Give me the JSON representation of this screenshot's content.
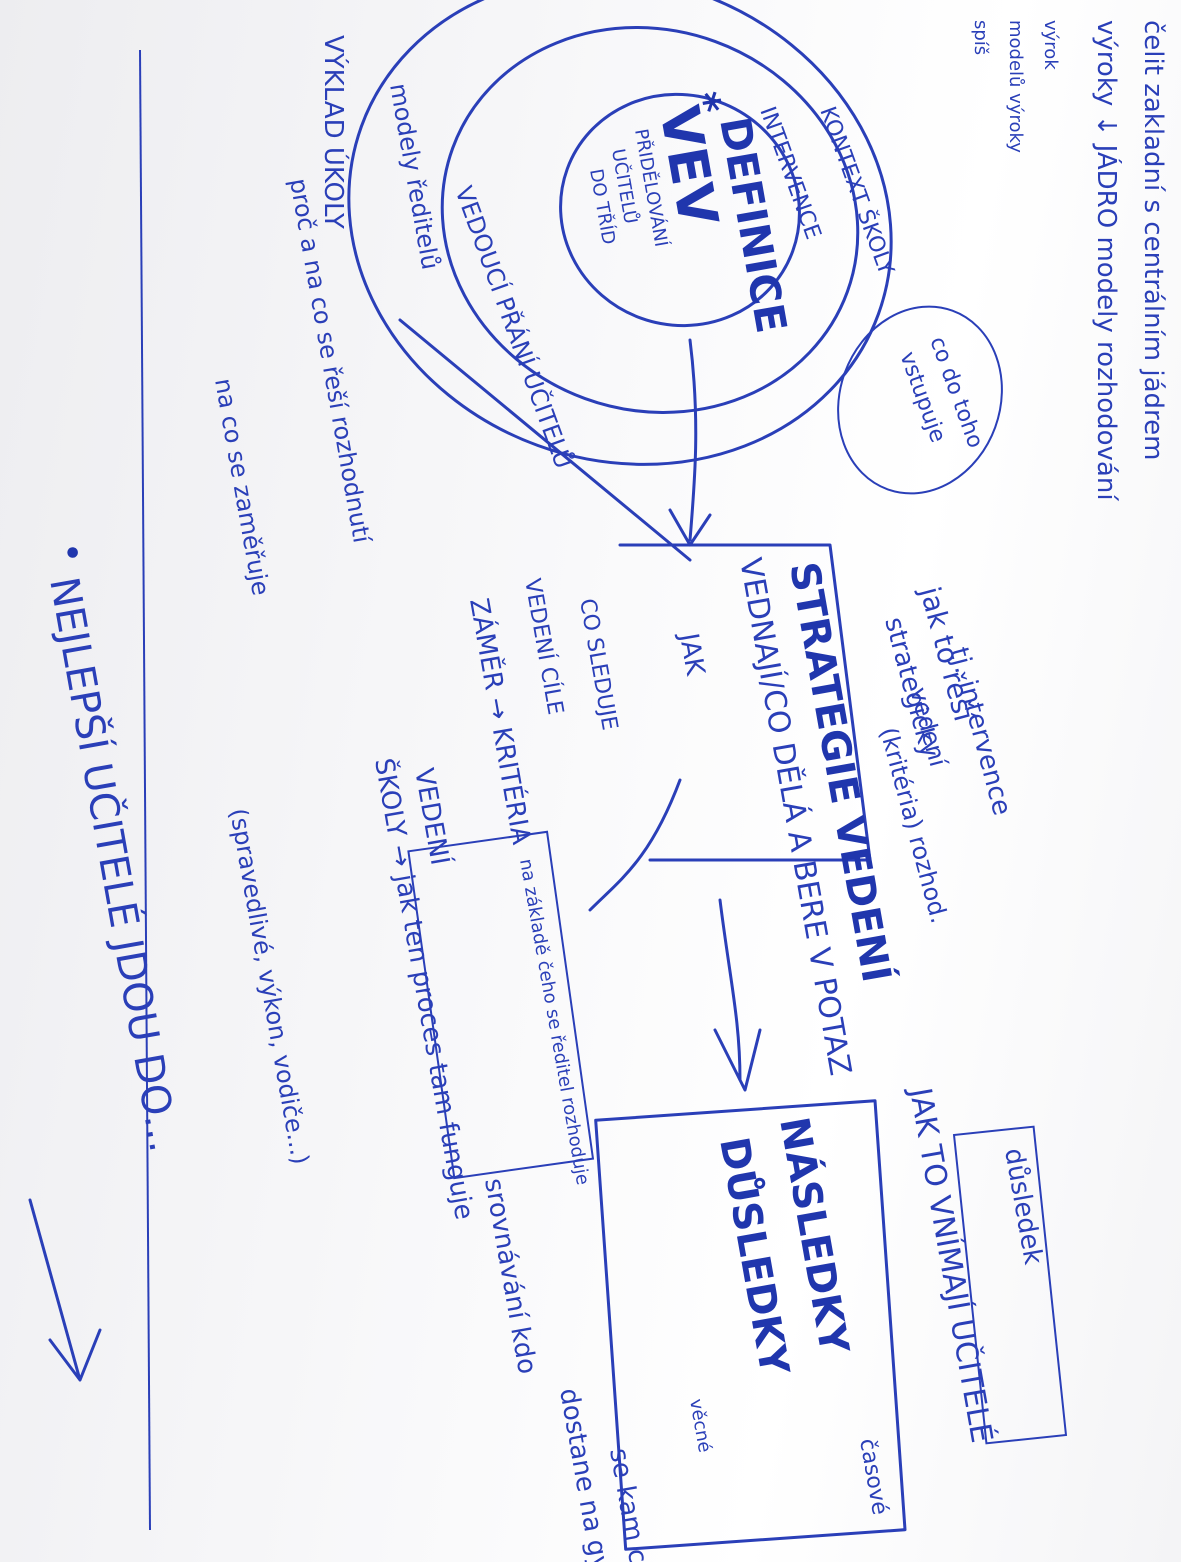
{
  "photo": {
    "subject": "handwritten mind map on paper",
    "ink_color": "#2a3fb8",
    "paper_color": "#f4f4f6",
    "rotation": "rotated 90 degrees clockwise"
  },
  "top_lines": {
    "line1": "čelit zakladní s centrálním jádrem",
    "line2": "výroky ↓ JÁDRO modely rozhodování",
    "line3": "výrok",
    "line4": "modelů výroky",
    "line5": "spíš"
  },
  "circle_labels": {
    "outer": "VEDOUCÍ PŘÁNÍ UČITELŮ",
    "middle": "INTERVENCE",
    "outer_top": "KONTEXT ŠKOLY",
    "core_title": "DEFINICE",
    "core_acronym": "VEV",
    "core_sub1": "PŘIDĚLOVÁNÍ",
    "core_sub2": "UČITELŮ",
    "core_sub3": "DO TŘÍD",
    "core_star": "*"
  },
  "bubble": {
    "line1": "co do toho",
    "line2": "vstupuje"
  },
  "left_column": {
    "letters": "VÝKLAD ÚKOLY",
    "line1": "modely ředitelů",
    "line2": "proč a na co se řeší rozhodnutí",
    "line3": "na co se zaměřuje"
  },
  "strategy_box": {
    "title": "STRATEGIE VEDENÍ",
    "line2": "VEDNAJÍ/CO DĚLÁ A BERE V POTAZ",
    "line3": "JAK",
    "note1": "jak to řeší",
    "note2": "strategicky",
    "note3": "tj. intervence",
    "note4": "vedení",
    "note5": "(kritéria) rozhod."
  },
  "middle_items": {
    "item1": "CO SLEDUJE",
    "item2": "VEDENÍ CÍLE",
    "item3": "ZÁMĚR → KRITÉRIA",
    "item4": "VEDENÍ",
    "item5": "ŠKOLY → jak ten proces tam funguje",
    "small_box": "na základě čeho se ředitel rozhoduje"
  },
  "bottom_left": {
    "bullet": "•",
    "line1": "NEJLEPŠÍ UČITELÉ JDOU DO...",
    "line2": "(spravedlivé, výkon, vodiče...)"
  },
  "results": {
    "box_label": "důsledek",
    "title1": "NÁSLEDKY",
    "title2": "DŮSLEDKY",
    "tag1": "časové",
    "tag2": "věcné",
    "line1": "JAK TO VNÍMAJÍ UČITELÉ",
    "line2": "srovnávání kdo",
    "line3": "dostane na gy",
    "line4": "se kam chce"
  }
}
